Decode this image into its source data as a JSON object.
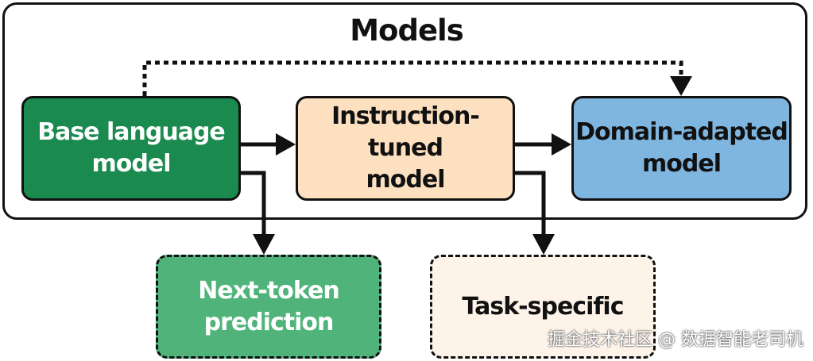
{
  "diagram": {
    "frame_title": "Models",
    "nodes": {
      "base_model": "Base language\nmodel",
      "instruction_tuned": "Instruction-tuned\nmodel",
      "domain_adapted": "Domain-adapted\nmodel",
      "next_token": "Next-token\nprediction",
      "task_specific": "Task-specific"
    },
    "colors": {
      "base_model": "#1a8a4e",
      "instruction_tuned": "#fde0bf",
      "domain_adapted": "#7fb6e0",
      "next_token": "#4fb37a",
      "task_specific": "#fdf3e8",
      "stroke": "#111111"
    }
  },
  "watermark": "掘金技术社区 @ 数据智能老司机"
}
